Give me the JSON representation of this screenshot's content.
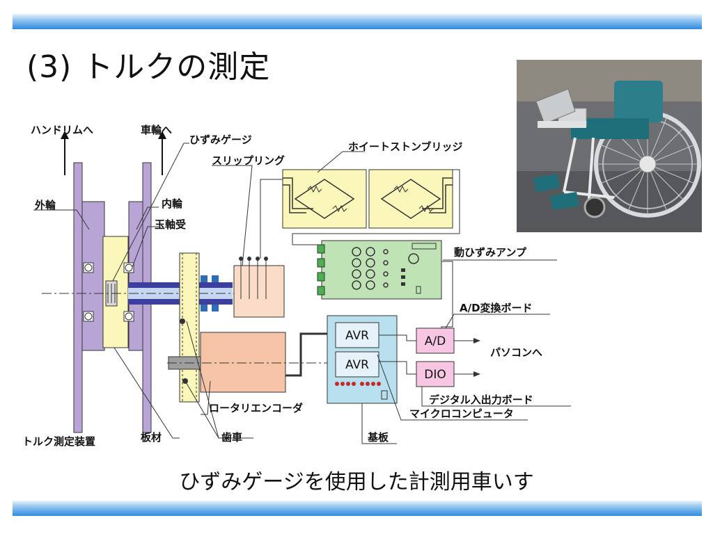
{
  "slide": {
    "title": "(3) トルクの測定",
    "caption": "ひずみゲージを使用した計測用車いす"
  },
  "diagram": {
    "labels": {
      "handrim": "ハンドリムへ",
      "wheel": "車輪へ",
      "strain_gauge": "ひずみゲージ",
      "slip_ring": "スリップリング",
      "wheatstone": "ホイートストンブリッジ",
      "outer_ring": "外輪",
      "inner_ring": "内輪",
      "ball_bearing": "玉軸受",
      "amp": "動ひずみアンプ",
      "ad_board": "A/D変換ボード",
      "to_pc": "パソコンへ",
      "dio_board": "デジタル入出力ボード",
      "encoder": "ロータリエンコーダ",
      "micro": "マイクロコンピュータ",
      "substrate": "基板",
      "torque_device": "トルク測定装置",
      "plate": "板材",
      "gear": "歯車"
    },
    "boxes": {
      "avr1": "AVR",
      "avr2": "AVR",
      "ad": "A/D",
      "dio": "DIO"
    }
  },
  "colors": {
    "purple": "#b9a4d6",
    "yellow": "#fbf7ba",
    "green": "#bfe3b5",
    "peach": "#f6c4a6",
    "pink": "#f7c6e2",
    "blue_board": "#b8e0ee",
    "header_blue": "#2f8be0"
  }
}
